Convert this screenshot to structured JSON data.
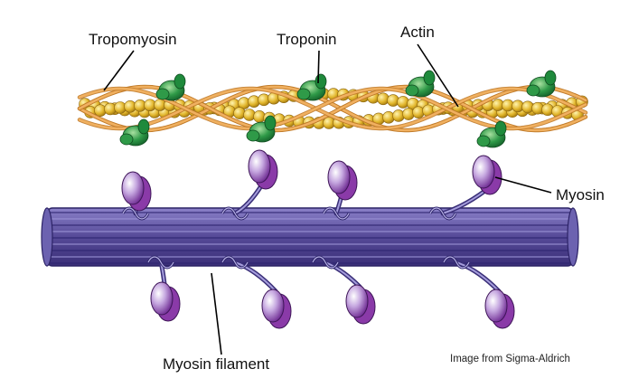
{
  "diagram": {
    "labels": {
      "tropomyosin": "Tropomyosin",
      "troponin": "Troponin",
      "actin": "Actin",
      "myosin": "Myosin",
      "myosin_filament": "Myosin filament"
    },
    "credit": "Image from Sigma-Aldrich"
  },
  "colors": {
    "tropomyosin": "#f0b060",
    "actin_bead": "#e0b830",
    "troponin": "#1f8a3c",
    "filament": "#5a4f9a",
    "filament_light": "#8a80c8",
    "myosin_head": "#8a3aa8",
    "myosin_head_light": "#ffffff"
  }
}
